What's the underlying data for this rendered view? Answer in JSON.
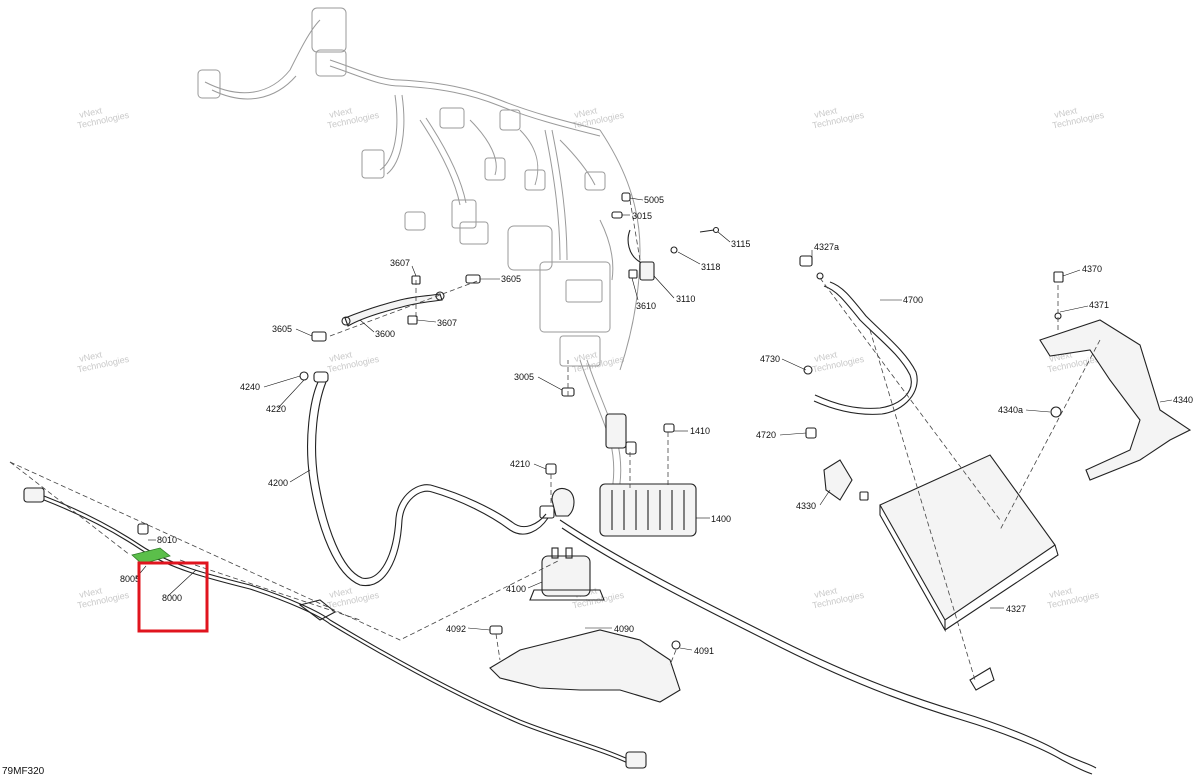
{
  "diagram_number": "79MF320",
  "watermark_lines": [
    "vNext",
    "Technologies"
  ],
  "part_numbers": {
    "p5005": "5005",
    "p3015": "3015",
    "p3115": "3115",
    "p3118": "3118",
    "p3110": "3110",
    "p3610": "3610",
    "p3607a": "3607",
    "p3605a": "3605",
    "p3605b": "3605",
    "p3600": "3600",
    "p3607b": "3607",
    "p3005": "3005",
    "p4240": "4240",
    "p4220": "4220",
    "p4200": "4200",
    "p1410": "1410",
    "p4210": "4210",
    "p1400": "1400",
    "p4100": "4100",
    "p4092": "4092",
    "p4090": "4090",
    "p4091": "4091",
    "p8010": "8010",
    "p8005": "8005",
    "p8000": "8000",
    "p4327a": "4327a",
    "p4700": "4700",
    "p4730": "4730",
    "p4720": "4720",
    "p4330": "4330",
    "p4327": "4327",
    "p4370": "4370",
    "p4371": "4371",
    "p4340": "4340",
    "p4340a": "4340a"
  },
  "highlight_color": "#e0141e"
}
